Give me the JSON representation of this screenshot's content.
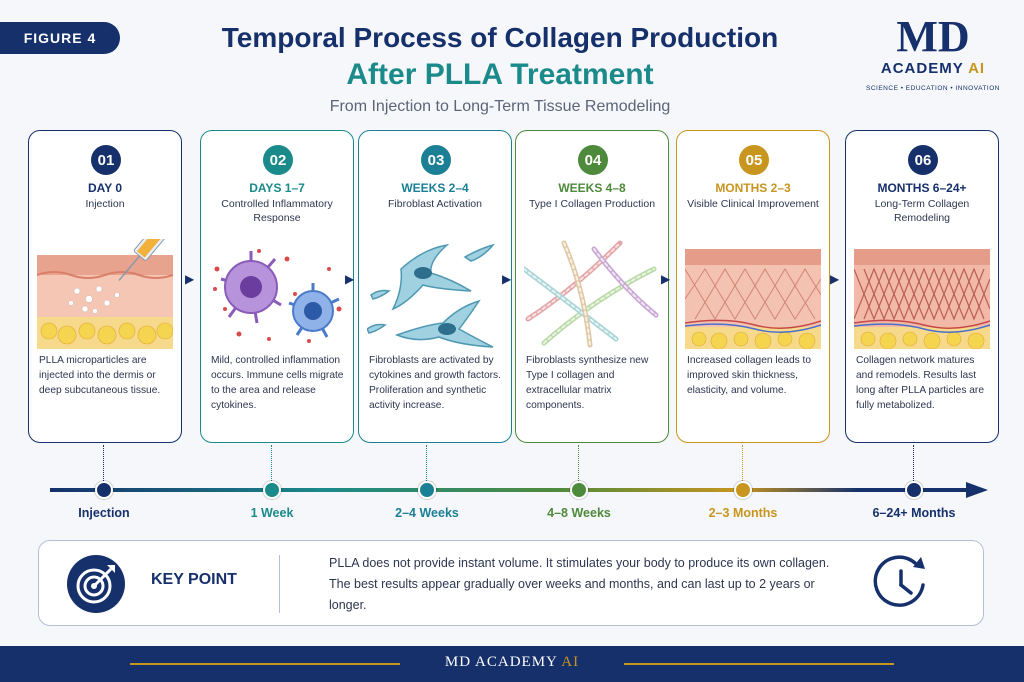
{
  "badge": "FIGURE 4",
  "title_line1": "Temporal Process of Collagen Production",
  "title_line2": "After PLLA Treatment",
  "subtitle": "From Injection to Long-Term Tissue Remodeling",
  "logo": {
    "mark": "MD",
    "academy": "ACADEMY",
    "ai": "AI",
    "tagline": "SCIENCE • EDUCATION • INNOVATION"
  },
  "stages": [
    {
      "num": "01",
      "period": "DAY 0",
      "title": "Injection",
      "color": "#15306b",
      "desc": "PLLA microparticles are injected into the dermis or deep subcutaneous tissue.",
      "timeline_label": "Injection",
      "icon": "syringe-skin-icon"
    },
    {
      "num": "02",
      "period": "DAYS 1–7",
      "title": "Controlled Inflammatory Response",
      "color": "#1b8a8a",
      "desc": "Mild, controlled inflammation occurs. Immune cells migrate to the area and release cytokines.",
      "timeline_label": "1 Week",
      "icon": "immune-cells-icon"
    },
    {
      "num": "03",
      "period": "WEEKS 2–4",
      "title": "Fibroblast Activation",
      "color": "#1b7f96",
      "desc": "Fibroblasts are activated by cytokines and growth factors. Proliferation and synthetic activity increase.",
      "timeline_label": "2–4 Weeks",
      "icon": "fibroblast-icon"
    },
    {
      "num": "04",
      "period": "WEEKS 4–8",
      "title": "Type I Collagen Production",
      "color": "#4e8a3c",
      "desc": "Fibroblasts synthesize new Type I collagen and extracellular matrix components.",
      "timeline_label": "4–8 Weeks",
      "icon": "collagen-fibers-icon"
    },
    {
      "num": "05",
      "period": "MONTHS 2–3",
      "title": "Visible Clinical Improvement",
      "color": "#c8951e",
      "desc": "Increased collagen leads to improved skin thickness, elasticity, and volume.",
      "timeline_label": "2–3 Months",
      "icon": "skin-collagen-icon"
    },
    {
      "num": "06",
      "period": "MONTHS 6–24+",
      "title": "Long-Term Collagen Remodeling",
      "color": "#15306b",
      "desc": "Collagen network matures and remodels. Results last long after PLLA particles are fully metabolized.",
      "timeline_label": "6–24+ Months",
      "icon": "remodeled-skin-icon"
    }
  ],
  "key_point": {
    "title": "KEY POINT",
    "text": "PLLA does not provide instant volume. It stimulates your body to produce its own collagen. The best results appear gradually over weeks and months, and can last up to 2 years or longer.",
    "icon_left": "target-icon",
    "icon_right": "clock-icon"
  },
  "footer": {
    "md": "MD",
    "academy": "ACADEMY",
    "ai": "AI"
  }
}
